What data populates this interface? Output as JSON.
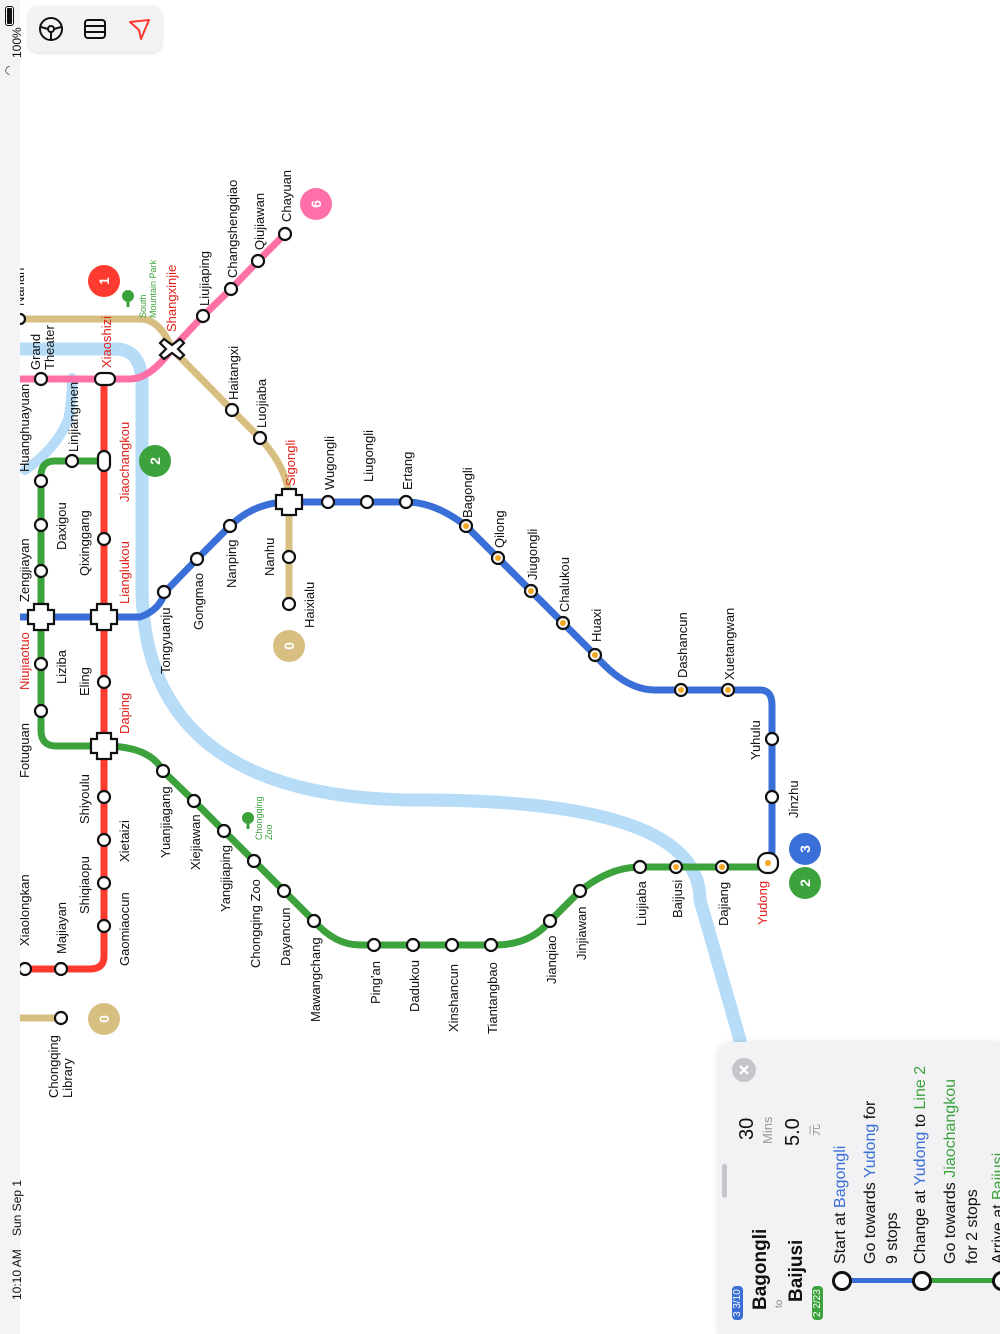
{
  "status_bar": {
    "time": "10:10 AM",
    "date": "Sun Sep 1",
    "battery": "100%"
  },
  "toolbar": {
    "buttons": [
      {
        "icon": "steering-wheel-icon"
      },
      {
        "icon": "map-book-icon"
      },
      {
        "icon": "location-arrow-icon"
      }
    ]
  },
  "colors": {
    "line1": "#ff3b30",
    "line2": "#3ca23c",
    "line3": "#3a6fd8",
    "line6": "#ff6fa8",
    "line0": "#d7bf82",
    "loop": "#b6dcf8",
    "highlight_station": "#f5a623"
  },
  "map": {
    "line_badges": [
      {
        "id": "1",
        "label": "1",
        "color": "#ff3b30"
      },
      {
        "id": "2a",
        "label": "2",
        "color": "#3ca23c"
      },
      {
        "id": "6",
        "label": "6",
        "color": "#ff6fa8"
      },
      {
        "id": "0a",
        "label": "0",
        "color": "#d7bf82"
      },
      {
        "id": "0b",
        "label": "0",
        "color": "#d7bf82"
      },
      {
        "id": "3",
        "label": "3",
        "color": "#3a6fd8"
      },
      {
        "id": "2b",
        "label": "2",
        "color": "#3ca23c"
      }
    ],
    "parks": [
      {
        "id": "south",
        "label": "South\nMountain Park"
      },
      {
        "id": "zoo",
        "label": "Chongqing\nZoo"
      }
    ],
    "stations": [
      {
        "name": "Xiaoshizi",
        "red": true
      },
      {
        "name": "Shangxinjie",
        "red": true
      },
      {
        "name": "Jiaochangkou",
        "red": true
      },
      {
        "name": "Lianglukou",
        "red": true
      },
      {
        "name": "Niujiaotuo",
        "red": true
      },
      {
        "name": "Daping",
        "red": true
      },
      {
        "name": "Sigongli",
        "red": true
      },
      {
        "name": "Yudong",
        "red": true
      },
      {
        "name": "Grand\nTheater"
      },
      {
        "name": "Huanghuayuan"
      },
      {
        "name": "Linjiangmen"
      },
      {
        "name": "Zengjiayan"
      },
      {
        "name": "Daxigou"
      },
      {
        "name": "Qixinggang"
      },
      {
        "name": "Liziba"
      },
      {
        "name": "Eling"
      },
      {
        "name": "Fotuguan"
      },
      {
        "name": "Shiyoulu"
      },
      {
        "name": "Xietaizi"
      },
      {
        "name": "Shiqiaopu"
      },
      {
        "name": "Gaomiaocun"
      },
      {
        "name": "Majiayan"
      },
      {
        "name": "Xiaolongkan"
      },
      {
        "name": "Chongqing\nLibrary"
      },
      {
        "name": "Yuanjiagang"
      },
      {
        "name": "Xiejiawan"
      },
      {
        "name": "Yangjiaping"
      },
      {
        "name": "Chongqing Zoo"
      },
      {
        "name": "Dayancun"
      },
      {
        "name": "Mawangchang"
      },
      {
        "name": "Ping'an"
      },
      {
        "name": "Dadukou"
      },
      {
        "name": "Xinshancun"
      },
      {
        "name": "Tiantangbao"
      },
      {
        "name": "Jianqiao"
      },
      {
        "name": "Jinjiawan"
      },
      {
        "name": "Liujiaba"
      },
      {
        "name": "Baijusi"
      },
      {
        "name": "Dajiang"
      },
      {
        "name": "Tongyuanju"
      },
      {
        "name": "Gongmao"
      },
      {
        "name": "Nanping"
      },
      {
        "name": "Nanhu"
      },
      {
        "name": "Haixialu"
      },
      {
        "name": "Wugongli"
      },
      {
        "name": "Liugongli"
      },
      {
        "name": "Ertang"
      },
      {
        "name": "Bagongli"
      },
      {
        "name": "Qilong"
      },
      {
        "name": "Jiugongli"
      },
      {
        "name": "Chalukou"
      },
      {
        "name": "Huaxi"
      },
      {
        "name": "Dashancun"
      },
      {
        "name": "Xuetangwan"
      },
      {
        "name": "Yuhulu"
      },
      {
        "name": "Jinzhu"
      },
      {
        "name": "Haitangxi"
      },
      {
        "name": "Luojiaba"
      },
      {
        "name": "Liujiaping"
      },
      {
        "name": "Changshengqiao"
      },
      {
        "name": "Qiujiawan"
      },
      {
        "name": "Chayuan"
      },
      {
        "name": "Nanan"
      }
    ]
  },
  "route_panel": {
    "from": {
      "name": "Bagongli",
      "badge": "3 3/10",
      "badge_color": "#3a6fd8"
    },
    "to_word": "to",
    "to": {
      "name": "Baijusi",
      "badge": "2 2/23",
      "badge_color": "#3ca23c"
    },
    "duration_value": "30",
    "duration_unit": "Mins",
    "fare_value": "5.0",
    "fare_unit": "元",
    "steps": [
      {
        "prefix": "Start at ",
        "highlight": "Bagongli",
        "color": "#3a6fd8"
      },
      {
        "prefix": "Go towards ",
        "highlight": "Yudong",
        "suffix": " for",
        "line2": "9 stops",
        "color": "#3a6fd8"
      },
      {
        "prefix": "Change at ",
        "highlight": "Yudong",
        "middle": " to ",
        "highlight2": "Line 2",
        "color": "#3a6fd8",
        "color2": "#3ca23c"
      },
      {
        "prefix": "Go towards ",
        "highlight": "Jiaochangkou",
        "line2": "for 2 stops",
        "color": "#3ca23c"
      },
      {
        "prefix": "Arrive at ",
        "highlight": "Baijusi",
        "color": "#3ca23c"
      }
    ]
  }
}
